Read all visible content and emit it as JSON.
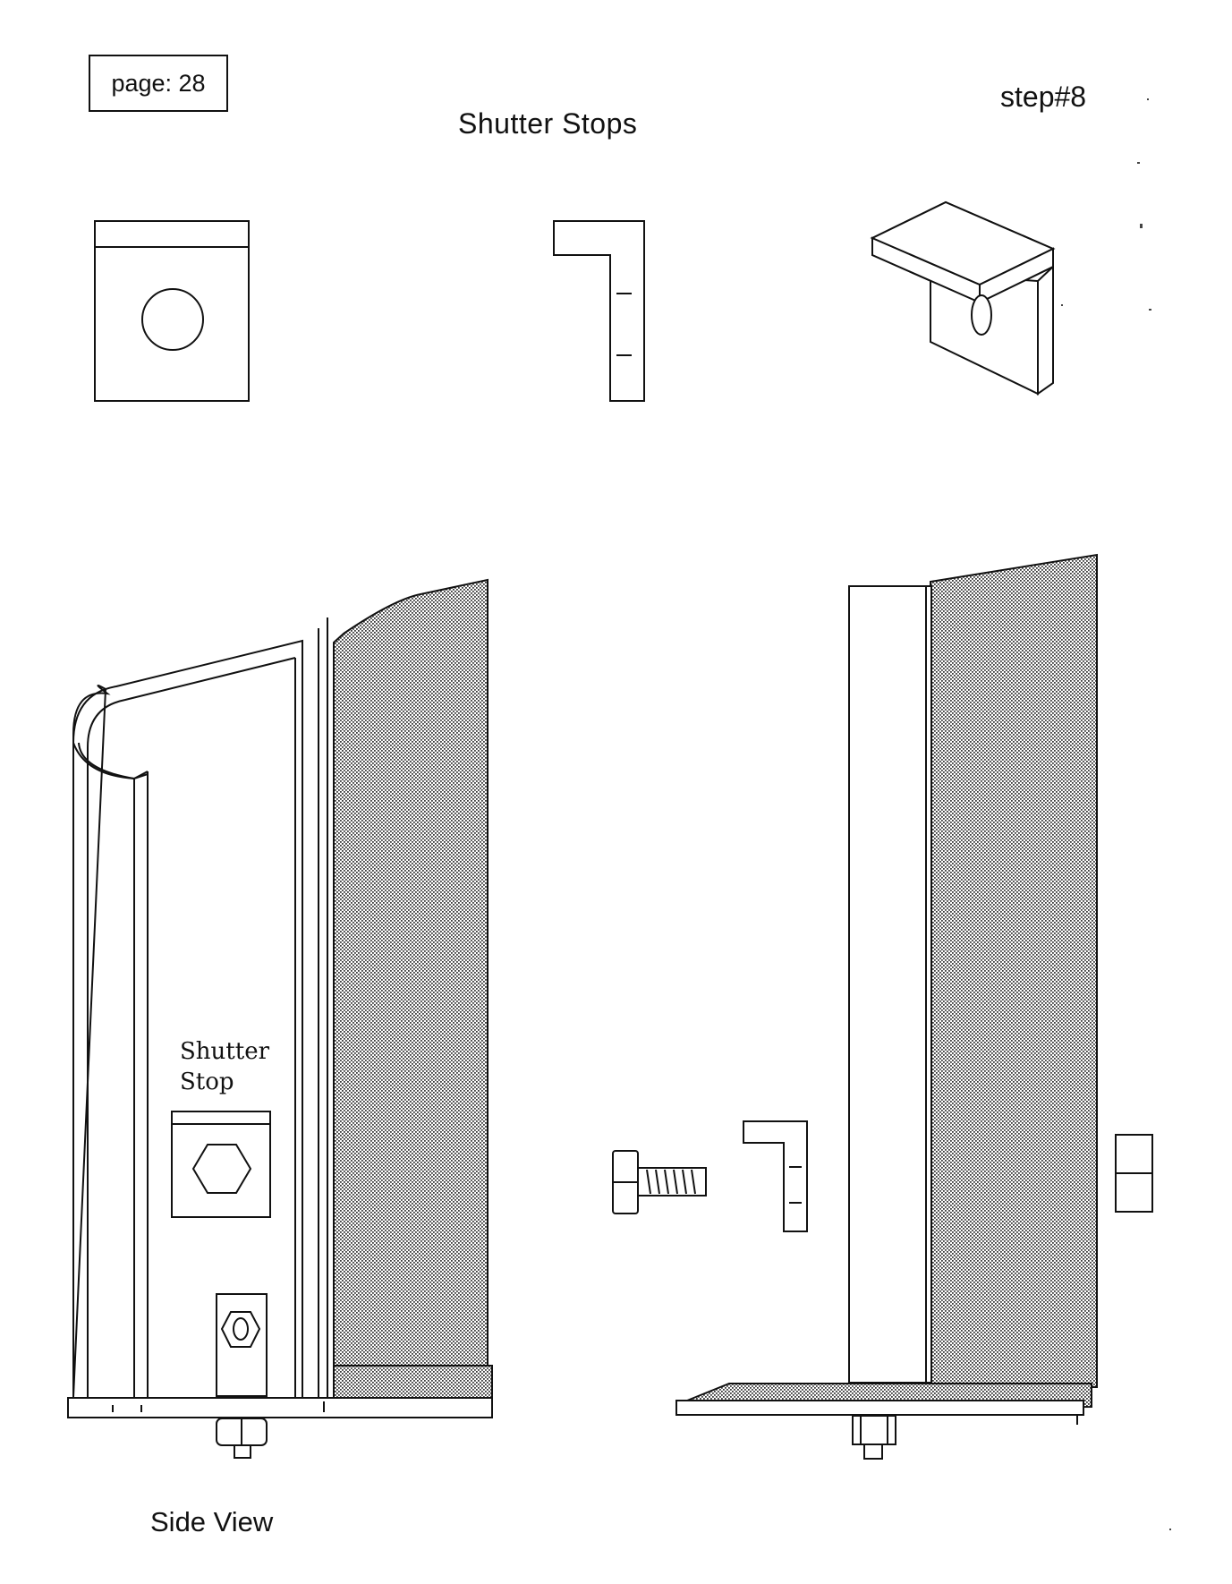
{
  "header": {
    "page_label": "page: 28",
    "step_label": "step#8"
  },
  "title": "Shutter Stops",
  "labels": {
    "shutter_stop_line1": "Shutter",
    "shutter_stop_line2": "Stop",
    "side_view": "Side View"
  },
  "colors": {
    "ink": "#111111",
    "stipple": "#5a5a5a"
  }
}
